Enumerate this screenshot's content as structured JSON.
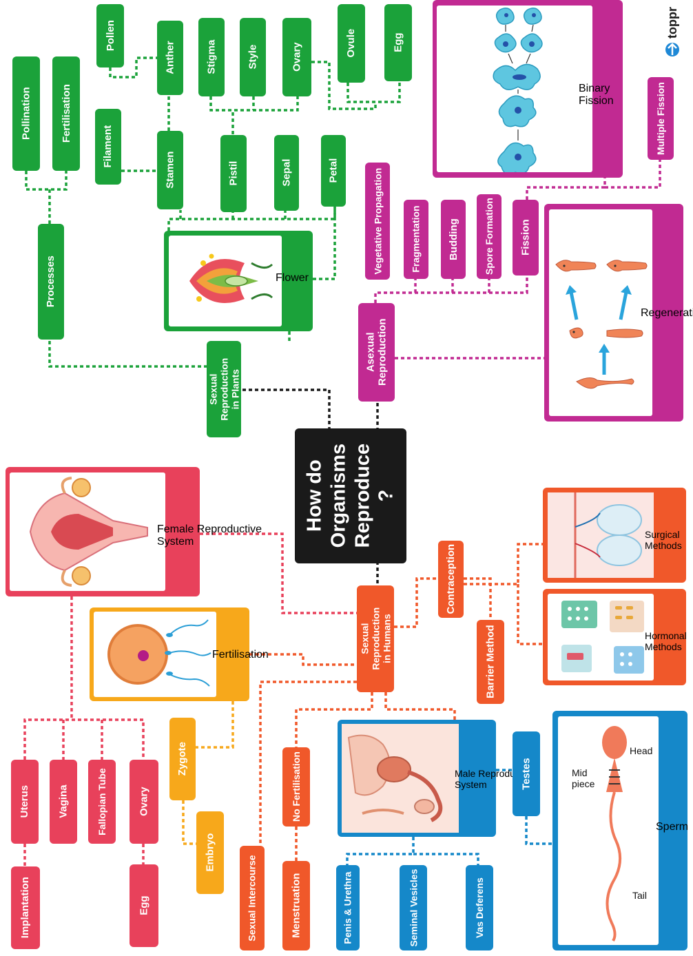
{
  "title": "How do Organisms Reproduce ?",
  "brand": "toppr",
  "colors": {
    "plants": "#1ba23a",
    "asexual": "#c12a92",
    "female": "#e8415b",
    "humans": "#f0582a",
    "fertilisation": "#f7a81b",
    "male": "#1588c9",
    "center": "#1a1a1a"
  },
  "plants": {
    "root": "Sexual Reproduction in Plants",
    "processes": "Processes",
    "pollination": "Pollination",
    "fertilisation": "Fertilisation",
    "flower": "Flower",
    "stamen": "Stamen",
    "pistil": "Pistil",
    "sepal": "Sepal",
    "petal": "Petal",
    "filament": "Filament",
    "anther": "Anther",
    "pollen": "Pollen",
    "stigma": "Stigma",
    "style": "Style",
    "ovary": "Ovary",
    "ovule": "Ovule",
    "egg": "Egg"
  },
  "asexual": {
    "root": "Asexual Reproduction",
    "vegetative": "Vegetative Propagation",
    "fragmentation": "Fragmentation",
    "budding": "Budding",
    "spore": "Spore Formation",
    "fission": "Fission",
    "binary": "Binary Fission",
    "multiple": "Multiple Fission",
    "regeneration": "Regeneration"
  },
  "humans": {
    "root": "Sexual Reproduction in Humans",
    "female_system": "Female Reproductive System",
    "fertilisation": "Fertilisation",
    "contraception": "Contraception",
    "barrier": "Barrier Method",
    "hormonal": "Hormonal Methods",
    "surgical": "Surgical Methods",
    "uterus": "Uterus",
    "vagina": "Vagina",
    "fallopian": "Fallopian Tube",
    "ovary": "Ovary",
    "implantation": "Implantation",
    "egg": "Egg",
    "zygote": "Zygote",
    "embryo": "Embryo",
    "no_fert": "No Fertilisation",
    "sexual_intercourse": "Sexual Intercourse",
    "menstruation": "Menstruation",
    "male_system": "Male Reproductive System",
    "testes": "Testes",
    "penis": "Penis & Urethra",
    "seminal": "Seminal Vesicles",
    "vas": "Vas Deferens",
    "sperm": "Sperm",
    "sperm_head": "Head",
    "sperm_mid": "Mid piece",
    "sperm_tail": "Tail"
  }
}
